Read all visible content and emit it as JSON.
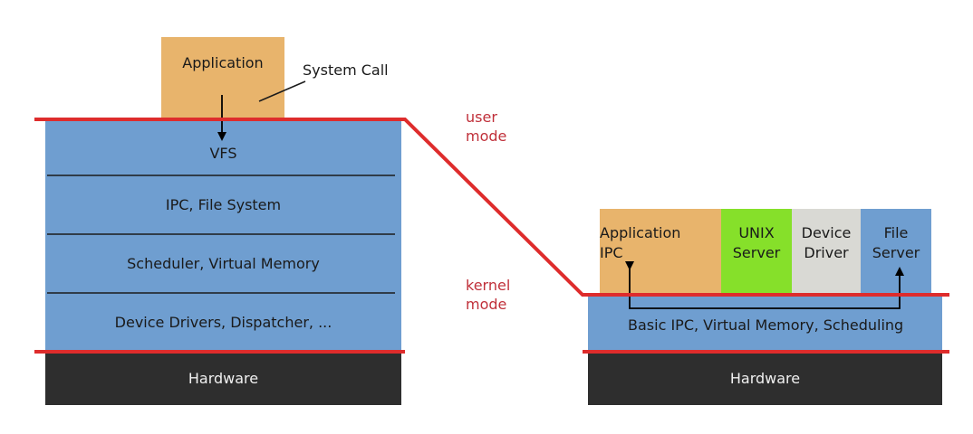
{
  "colors": {
    "app": "#e8b46c",
    "layer": "#6f9ed0",
    "hardware": "#2e2e2e",
    "unix_server": "#86e02a",
    "device_driver": "#d9d9d4",
    "boundary": "#de2c2c",
    "mode_text": "#c0303a"
  },
  "left": {
    "application": "Application",
    "system_call": "System Call",
    "layers": [
      "VFS",
      "IPC, File System",
      "Scheduler, Virtual Memory",
      "Device Drivers, Dispatcher, ..."
    ],
    "hardware": "Hardware"
  },
  "modes": {
    "user": [
      "user",
      "mode"
    ],
    "kernel": [
      "kernel",
      "mode"
    ]
  },
  "right": {
    "servers": [
      {
        "lines": [
          "Application",
          "IPC"
        ]
      },
      {
        "lines": [
          "UNIX",
          "Server"
        ]
      },
      {
        "lines": [
          "Device",
          "Driver"
        ]
      },
      {
        "lines": [
          "File",
          "Server"
        ]
      }
    ],
    "kernel": "Basic IPC, Virtual Memory, Scheduling",
    "hardware": "Hardware"
  }
}
